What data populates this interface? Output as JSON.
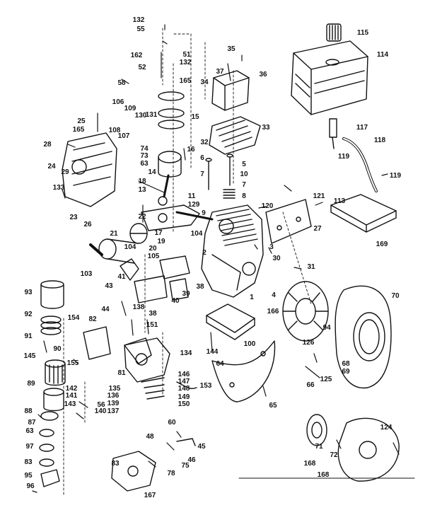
{
  "labels": [
    "132",
    "55",
    "162",
    "51",
    "132",
    "52",
    "58",
    "165",
    "35",
    "37",
    "36",
    "34",
    "15",
    "115",
    "114",
    "106",
    "109",
    "25",
    "165",
    "130",
    "131",
    "108",
    "107",
    "74",
    "73",
    "63",
    "28",
    "24",
    "29",
    "133",
    "23",
    "26",
    "14",
    "16",
    "18",
    "13",
    "22",
    "17",
    "129",
    "11",
    "21",
    "19",
    "20",
    "104",
    "105",
    "104",
    "103",
    "33",
    "32",
    "6",
    "5",
    "7",
    "10",
    "7",
    "8",
    "9",
    "117",
    "118",
    "119",
    "119",
    "121",
    "113",
    "120",
    "27",
    "169",
    "3",
    "30",
    "31",
    "2",
    "4",
    "1",
    "166",
    "94",
    "70",
    "39",
    "38",
    "40",
    "41",
    "43",
    "138",
    "38",
    "93",
    "92",
    "44",
    "151",
    "91",
    "154",
    "82",
    "145",
    "90",
    "155",
    "134",
    "81",
    "146",
    "147",
    "148",
    "149",
    "150",
    "89",
    "142",
    "56",
    "135",
    "136",
    "139",
    "137",
    "141",
    "143",
    "140",
    "88",
    "87",
    "63",
    "97",
    "83",
    "95",
    "96",
    "153",
    "100",
    "144",
    "64",
    "65",
    "126",
    "66",
    "125",
    "68",
    "69",
    "48",
    "60",
    "45",
    "46",
    "75",
    "78",
    "83",
    "167",
    "124",
    "168",
    "71",
    "72",
    "168"
  ]
}
